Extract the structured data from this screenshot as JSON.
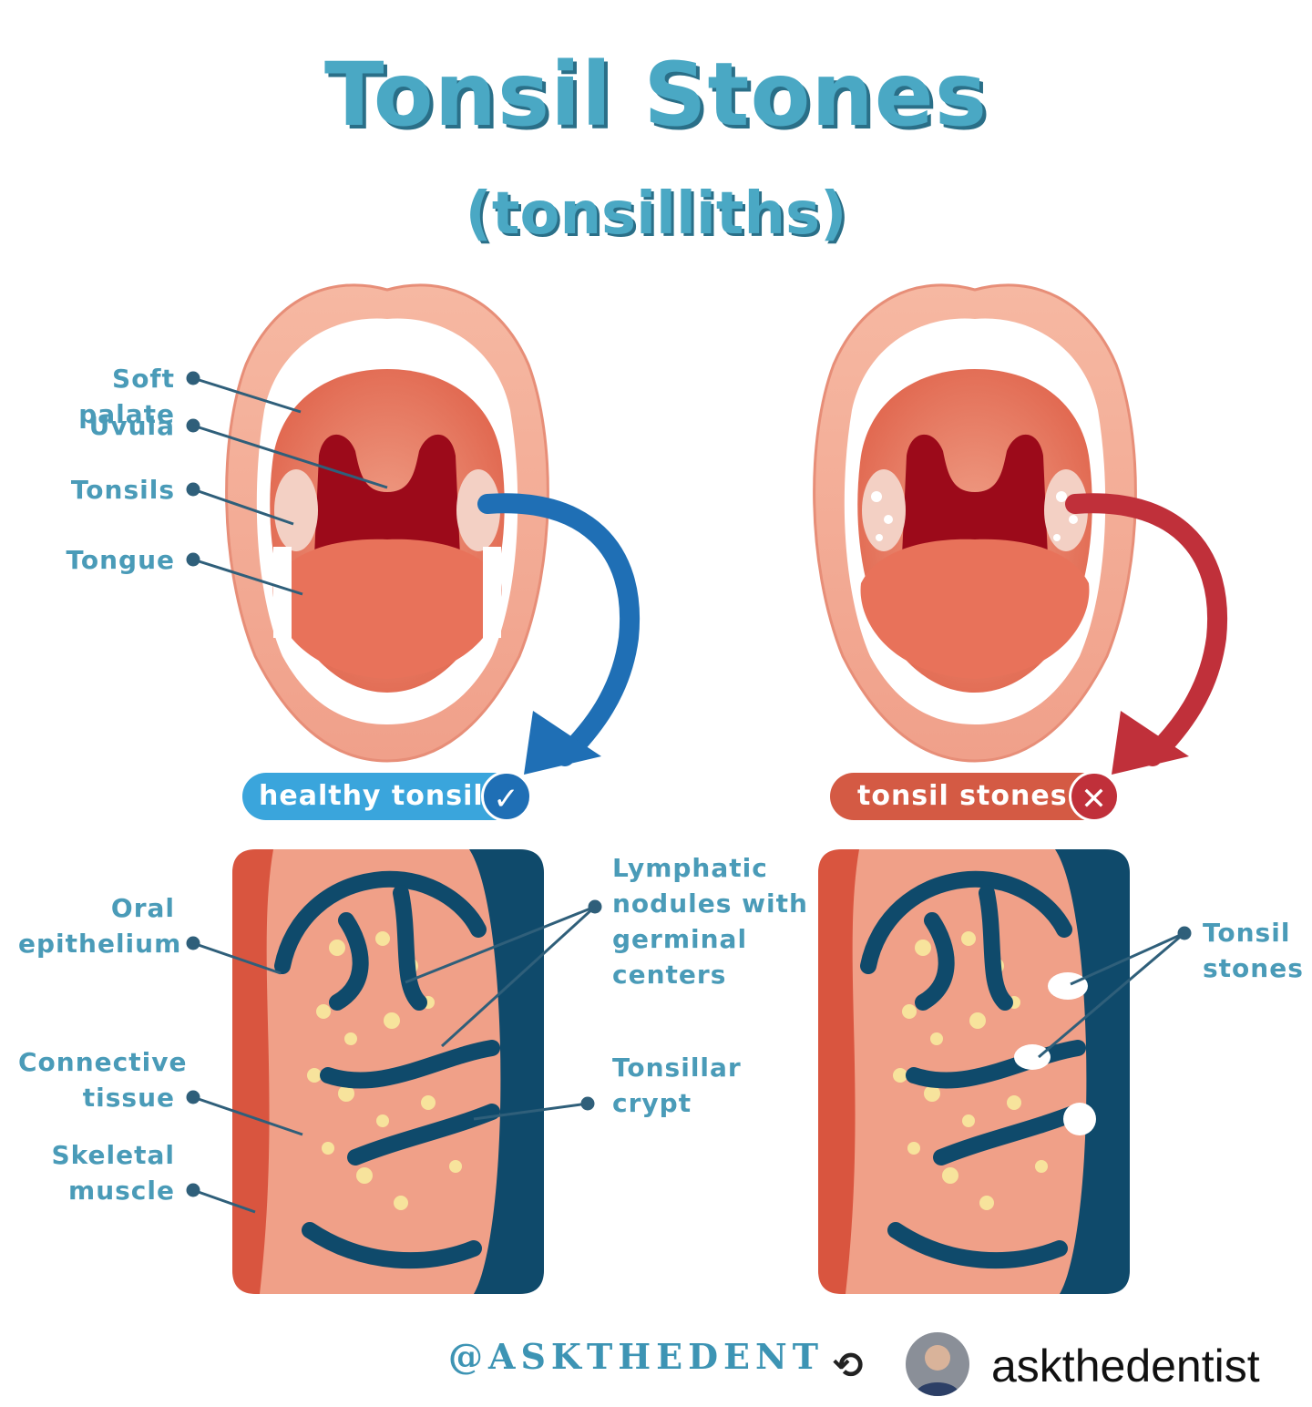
{
  "title": "Tonsil Stones",
  "subtitle": "(tonsilliths)",
  "mouth_labels": {
    "soft_palate": "Soft palate",
    "uvula": "Uvula",
    "tonsils": "Tonsils",
    "tongue": "Tongue"
  },
  "badges": {
    "healthy": "healthy tonsils",
    "stones": "tonsil stones",
    "healthy_icon": "check-icon",
    "stones_icon": "x-icon"
  },
  "tissue_labels": {
    "oral_epithelium": "Oral\nepithelium",
    "connective_tissue": "Connective\ntissue",
    "skeletal_muscle": "Skeletal\nmuscle",
    "lymphatic_nodules": "Lymphatic\nnodules with\ngerminal\ncenters",
    "tonsillar_crypt": "Tonsillar\ncrypt",
    "tonsil_stones": "Tonsil\nstones"
  },
  "footer": {
    "handle": "@ASKTHEDENTIST",
    "repost_icon": "repost-icon",
    "username": "askthedentist"
  },
  "colors": {
    "title": "#4aa8c4",
    "label": "#4a9bb8",
    "healthy": "#3aa5dc",
    "healthy_arrow": "#1f6fb5",
    "stones": "#d45a44",
    "stones_arrow": "#c0303a",
    "tissue_dark": "#0f4a6b"
  }
}
